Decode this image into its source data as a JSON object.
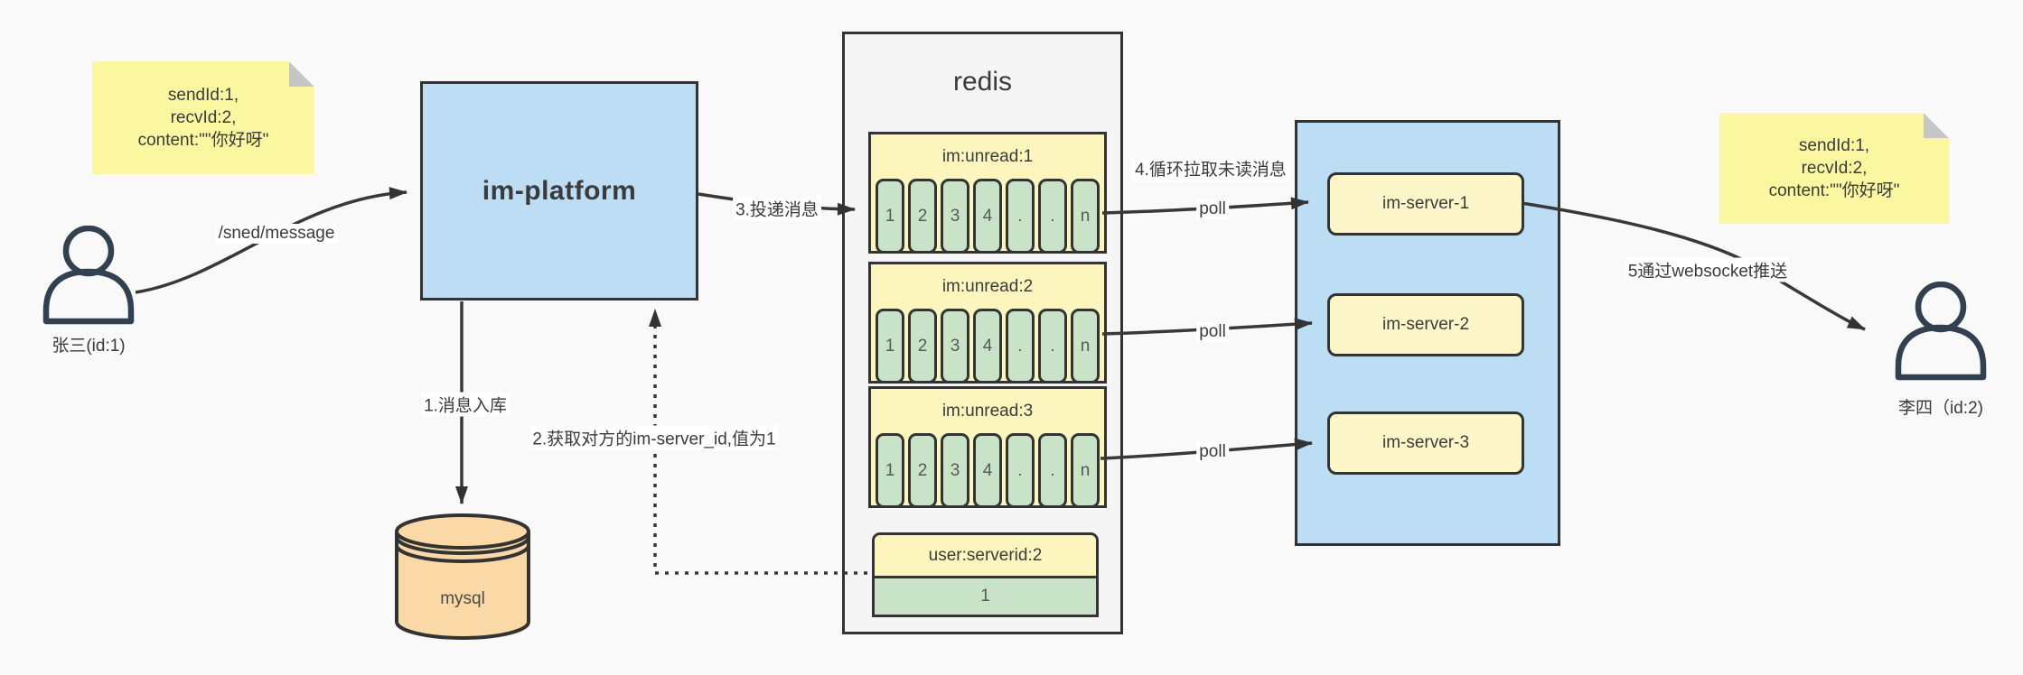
{
  "notes": {
    "left": {
      "line1": "sendId:1,",
      "line2": "recvId:2,",
      "line3": "content:\"\"你好呀\""
    },
    "right": {
      "line1": "sendId:1,",
      "line2": "recvId:2,",
      "line3": "content:\"\"你好呀\""
    }
  },
  "actors": {
    "sender": {
      "label": "张三(id:1)"
    },
    "receiver": {
      "label": "李四（id:2)"
    }
  },
  "platform": {
    "label": "im-platform"
  },
  "database": {
    "label": "mysql"
  },
  "redis": {
    "title": "redis",
    "queues": [
      {
        "name": "im:unread:1",
        "cells": [
          "1",
          "2",
          "3",
          "4",
          ".",
          ".",
          "n"
        ]
      },
      {
        "name": "im:unread:2",
        "cells": [
          "1",
          "2",
          "3",
          "4",
          ".",
          ".",
          "n"
        ]
      },
      {
        "name": "im:unread:3",
        "cells": [
          "1",
          "2",
          "3",
          "4",
          ".",
          ".",
          "n"
        ]
      }
    ],
    "kv": {
      "key": "user:serverid:2",
      "value": "1"
    }
  },
  "servers": [
    {
      "label": "im-server-1"
    },
    {
      "label": "im-server-2"
    },
    {
      "label": "im-server-3"
    }
  ],
  "edges": {
    "send_path": "/sned/message",
    "step1": "1.消息入库",
    "step2": "2.获取对方的im-server_id,值为1",
    "step3": "3.投递消息",
    "step4": "4.循环拉取未读消息",
    "step5": "5通过websocket推送",
    "poll": "poll"
  },
  "colors": {
    "note_yellow": "#FBF7A1",
    "panel_blue": "#BDDDF5",
    "key_yellow": "#FCF6BE",
    "cell_green": "#C9E3C8",
    "db_orange": "#FAD9A6",
    "redis_gray": "#F5F5F5",
    "stroke": "#333333"
  }
}
